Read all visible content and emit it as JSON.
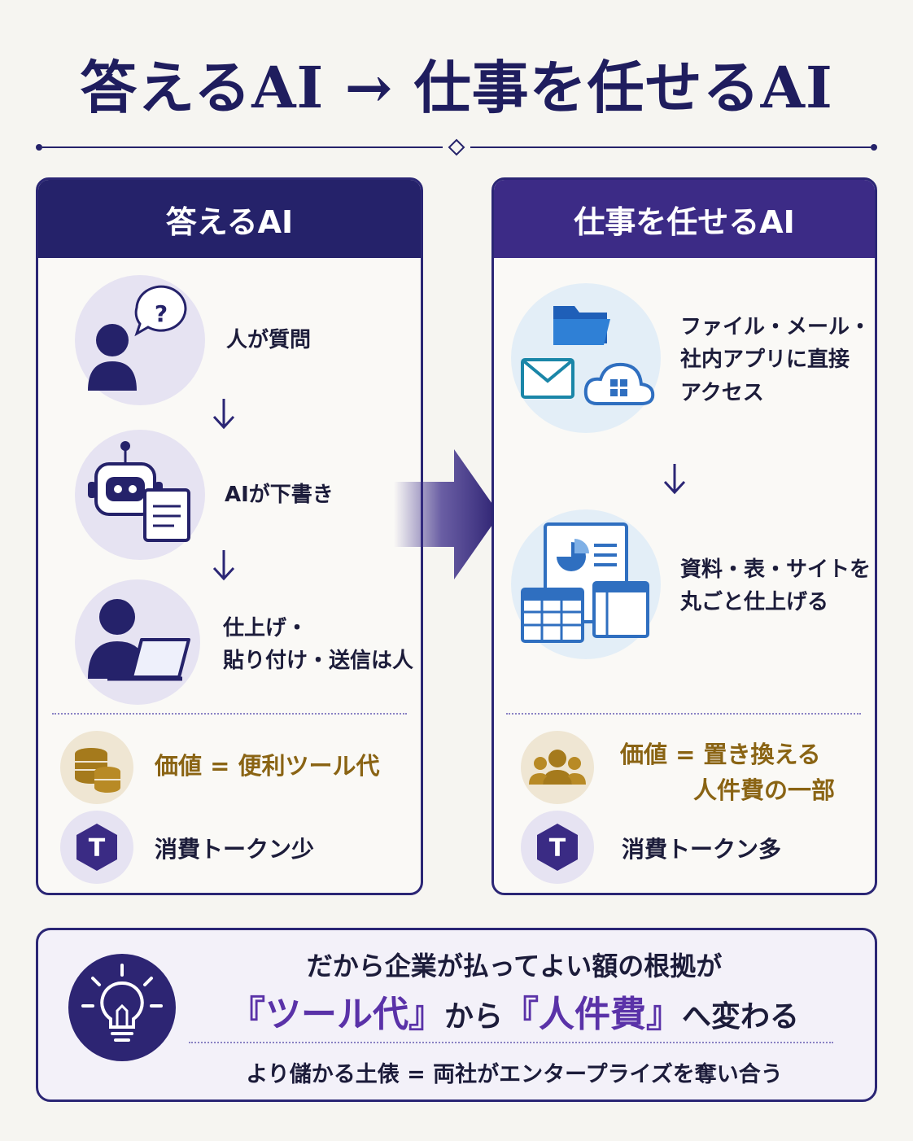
{
  "title": "答えるAI → 仕事を任せるAI",
  "left": {
    "header": "答えるAI",
    "steps": [
      {
        "label": "人が質問",
        "icon": "person-question-icon"
      },
      {
        "label": "AIが下書き",
        "icon": "robot-document-icon"
      },
      {
        "line1": "仕上げ・",
        "line2": "貼り付け・送信は人",
        "icon": "person-laptop-icon"
      }
    ],
    "value": "価値 = 便利ツール代",
    "value_icon": "coins-icon",
    "token": "消費トークン少",
    "token_icon": "token-t-icon",
    "token_letter": "T"
  },
  "right": {
    "header": "仕事を任せるAI",
    "steps": [
      {
        "line1": "ファイル・メール・",
        "line2": "社内アプリに直接",
        "line3": "アクセス",
        "icon": "folder-mail-cloud-icon"
      },
      {
        "line1": "資料・表・サイトを",
        "line2": "丸ごと仕上げる",
        "icon": "documents-table-icon"
      }
    ],
    "value_line1": "価値 = 置き換える",
    "value_line2": "人件費の一部",
    "value_icon": "people-icon",
    "token": "消費トークン多",
    "token_icon": "token-t-icon",
    "token_letter": "T"
  },
  "bottom": {
    "line1": "だから企業が払ってよい額の根拠が",
    "line2_a": "『ツール代』",
    "line2_b": "から",
    "line2_c": "『人件費』",
    "line2_d": "へ変わる",
    "line3": "より儲かる土俵 = 両社がエンタープライズを奪い合う",
    "icon": "lightbulb-icon"
  },
  "colors": {
    "navy": "#25226a",
    "purple": "#3c2b86",
    "gold_text": "#8a6414",
    "accent_purple": "#5a32a8"
  }
}
